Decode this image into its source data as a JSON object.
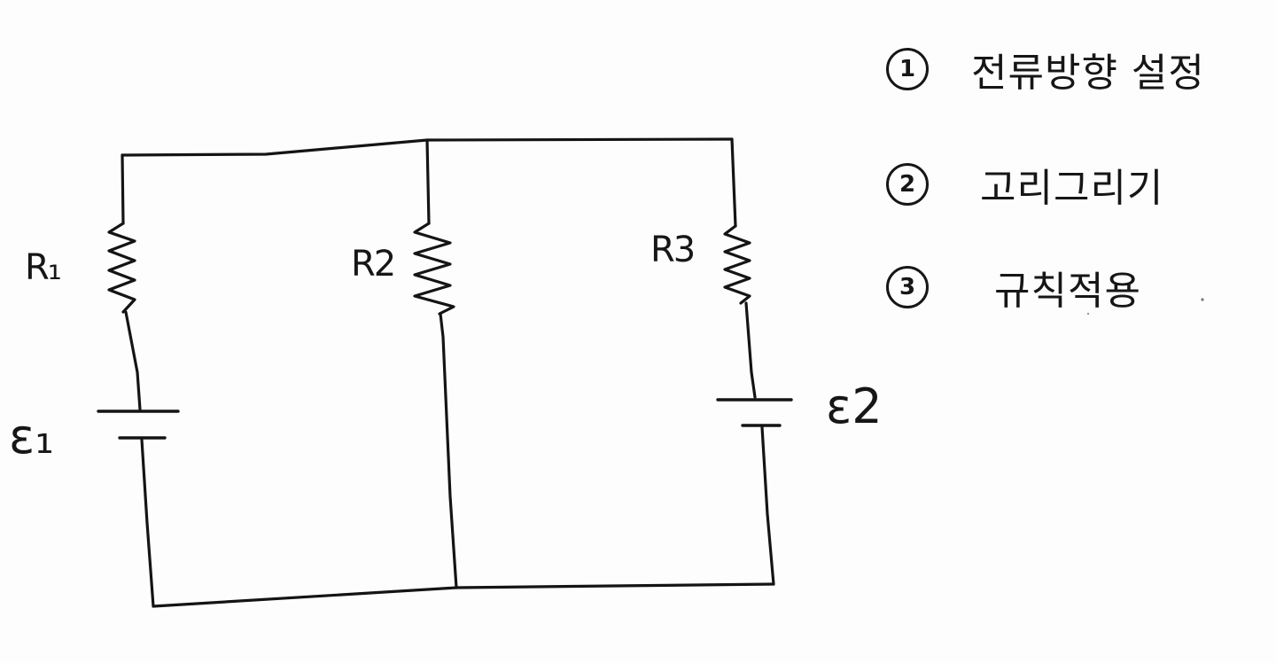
{
  "diagram": {
    "components": {
      "r1": {
        "label": "R₁"
      },
      "r2": {
        "label": "R2"
      },
      "r3": {
        "label": "R3"
      },
      "e1": {
        "label": "ε₁"
      },
      "e2": {
        "label": "ε2"
      }
    },
    "steps": [
      {
        "number": "1",
        "text": "전류방향 설정"
      },
      {
        "number": "2",
        "text": "고리그리기"
      },
      {
        "number": "3",
        "text": "규칙적용"
      }
    ],
    "colors": {
      "ink": "#141414",
      "paper": "#fdfdfd"
    }
  }
}
